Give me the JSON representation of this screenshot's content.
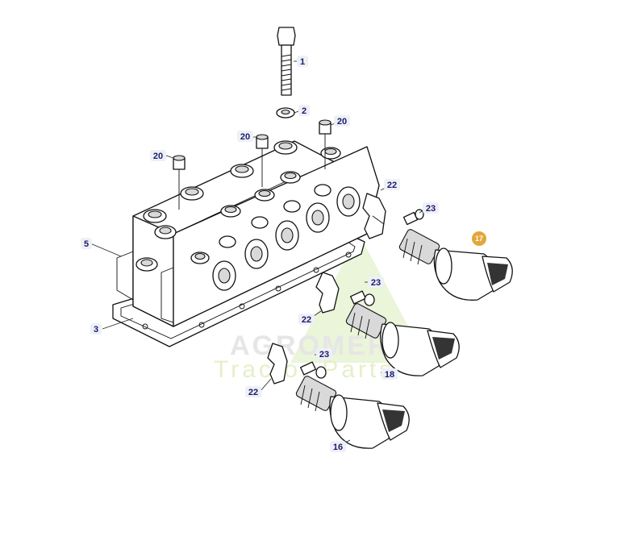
{
  "watermark": {
    "line1": "AGROMER",
    "line2": "Tractor Parts",
    "color_green": "#c8e39a"
  },
  "callouts": [
    {
      "id": "c1",
      "label": "1"
    },
    {
      "id": "c2",
      "label": "2"
    },
    {
      "id": "c20a",
      "label": "20"
    },
    {
      "id": "c20b",
      "label": "20"
    },
    {
      "id": "c20c",
      "label": "20"
    },
    {
      "id": "c22a",
      "label": "22"
    },
    {
      "id": "c23a",
      "label": "23"
    },
    {
      "id": "c17",
      "label": "17",
      "highlighted": true,
      "color": "#e2a73b"
    },
    {
      "id": "c5",
      "label": "5"
    },
    {
      "id": "c23b",
      "label": "23"
    },
    {
      "id": "c22b",
      "label": "22"
    },
    {
      "id": "c3",
      "label": "3"
    },
    {
      "id": "c23c",
      "label": "23"
    },
    {
      "id": "c18",
      "label": "18"
    },
    {
      "id": "c22c",
      "label": "22"
    },
    {
      "id": "c16",
      "label": "16"
    }
  ]
}
